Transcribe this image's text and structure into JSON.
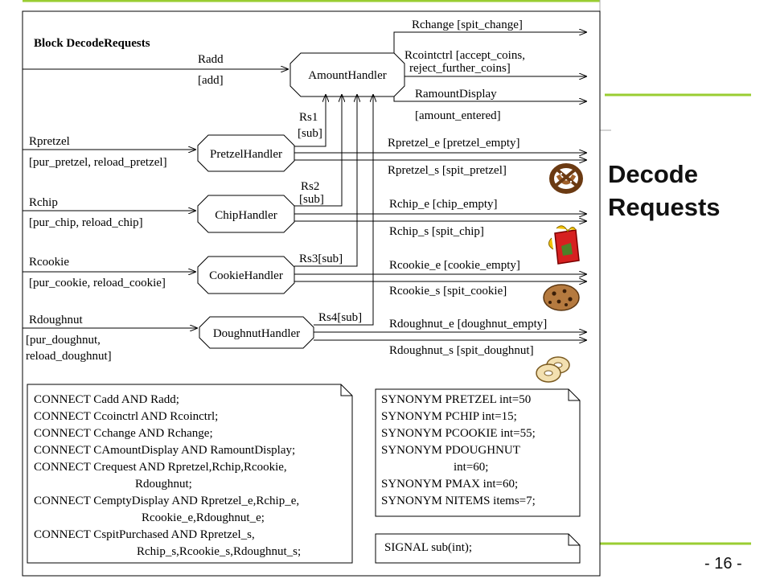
{
  "slide": {
    "title_line1": "Decode",
    "title_line2": "Requests",
    "page_number": "- 16 -",
    "accent_color": "#9ACD32"
  },
  "diagram": {
    "block_title": "Block DecodeRequests",
    "processes": {
      "amount": "AmountHandler",
      "pretzel": "PretzelHandler",
      "chip": "ChipHandler",
      "cookie": "CookieHandler",
      "doughnut": "DoughnutHandler"
    },
    "inputs": {
      "radd": "Radd",
      "radd_sig": "[add]",
      "rpretzel": "Rpretzel",
      "rpretzel_sig": "[pur_pretzel, reload_pretzel]",
      "rchip": "Rchip",
      "rchip_sig": "[pur_chip, reload_chip]",
      "rcookie": "Rcookie",
      "rcookie_sig": "[pur_cookie, reload_cookie]",
      "rdoughnut": "Rdoughnut",
      "rdoughnut_sig1": "[pur_doughnut,",
      "rdoughnut_sig2": "reload_doughnut]"
    },
    "internal": {
      "rs1": "Rs1",
      "rs1_sig": "[sub]",
      "rs2": "Rs2",
      "rs2_sig": "[sub]",
      "rs3": "Rs3[sub]",
      "rs4": "Rs4[sub]"
    },
    "outputs": {
      "rchange": "Rchange  [spit_change]",
      "rcoinctrl1": "Rcointctrl [accept_coins,",
      "rcoinctrl2": "reject_further_coins]",
      "ramount1": "RamountDisplay",
      "ramount2": "[amount_entered]",
      "rpretzel_e": "Rpretzel_e [pretzel_empty]",
      "rpretzel_s": "Rpretzel_s  [spit_pretzel]",
      "rchip_e": "Rchip_e  [chip_empty]",
      "rchip_s": "Rchip_s  [spit_chip]",
      "rcookie_e": "Rcookie_e  [cookie_empty]",
      "rcookie_s": "Rcookie_s  [spit_cookie]",
      "rdoughnut_e": "Rdoughnut_e  [doughnut_empty]",
      "rdoughnut_s": "Rdoughnut_s  [spit_doughnut]"
    },
    "connect_lines": [
      "CONNECT Cadd AND Radd;",
      "CONNECT Ccoinctrl AND Rcoinctrl;",
      "CONNECT Cchange AND Rchange;",
      "CONNECT CAmountDisplay AND RamountDisplay;",
      "CONNECT Crequest AND Rpretzel,Rchip,Rcookie,",
      "Rdoughnut;",
      "CONNECT CemptyDisplay AND Rpretzel_e,Rchip_e,",
      "Rcookie_e,Rdoughnut_e;",
      "CONNECT CspitPurchased AND Rpretzel_s,",
      "Rchip_s,Rcookie_s,Rdoughnut_s;"
    ],
    "synonym_lines": [
      "SYNONYM PRETZEL int=50",
      "SYNONYM PCHIP int=15;",
      "SYNONYM PCOOKIE int=55;",
      "SYNONYM PDOUGHNUT",
      "int=60;",
      "SYNONYM PMAX int=60;",
      "SYNONYM NITEMS items=7;"
    ],
    "signal_line": "SIGNAL sub(int);"
  }
}
